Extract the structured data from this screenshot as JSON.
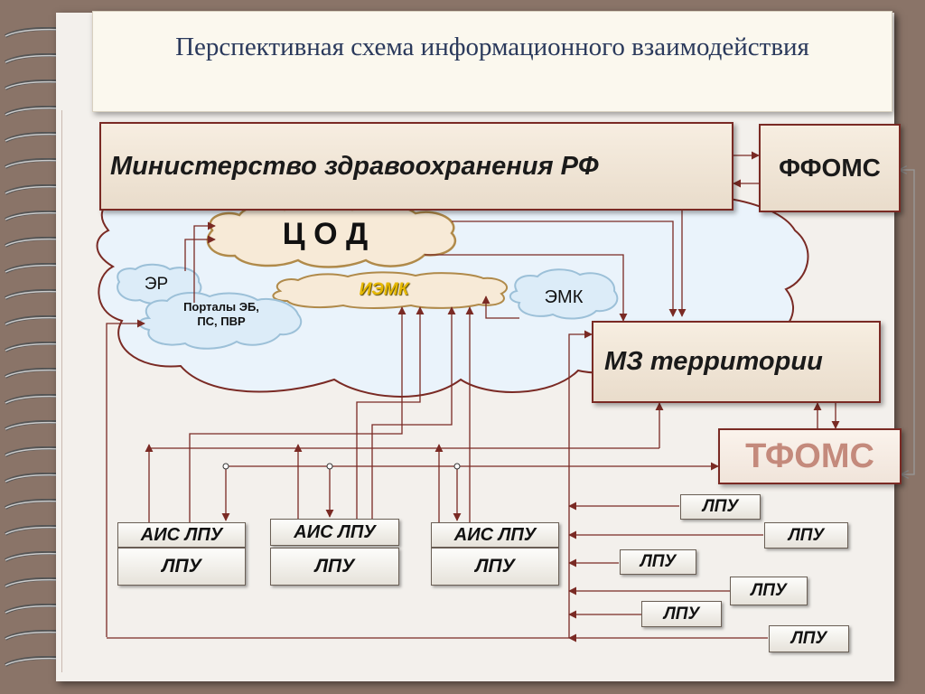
{
  "title": "Перспективная схема информационного взаимодействия",
  "nodes": {
    "ministry": "Министерство здравоохранения РФ",
    "ffoms": "ФФОМС",
    "tsod": "Ц О Д",
    "iemk": "ИЭМК",
    "er": "ЭР",
    "portals": "Порталы ЭБ, ПС, ПВР",
    "emk": "ЭМК",
    "mz_territory": "МЗ территории",
    "tfoms": "ТФОМС"
  },
  "clinic_groups": [
    {
      "ais": "АИС ЛПУ",
      "lpu": "ЛПУ"
    },
    {
      "ais": "АИС ЛПУ",
      "lpu": "ЛПУ"
    },
    {
      "ais": "АИС ЛПУ",
      "lpu": "ЛПУ"
    }
  ],
  "lpu_list": [
    "ЛПУ",
    "ЛПУ",
    "ЛПУ",
    "ЛПУ",
    "ЛПУ",
    "ЛПУ"
  ],
  "colors": {
    "arrow": "#7a2a24",
    "tfoms": "#c48a7c",
    "iemk": "#e6b800",
    "cloud_fill": "#eaf3fb",
    "cloud_border": "#7a2a24"
  }
}
